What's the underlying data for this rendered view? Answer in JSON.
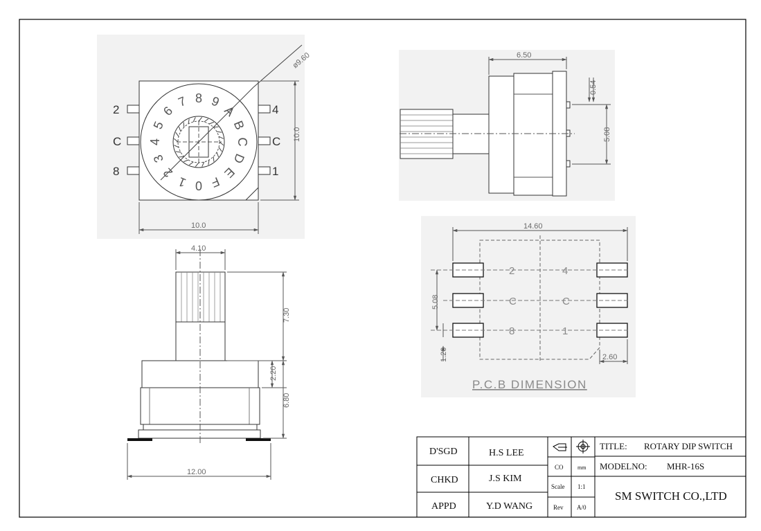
{
  "drawing": {
    "top_view": {
      "diameter": "ø9.60",
      "width": "10.0",
      "height": "10.0",
      "pin_left": [
        "2",
        "C",
        "8"
      ],
      "pin_right": [
        "4",
        "C",
        "1"
      ],
      "dial": [
        "0",
        "1",
        "2",
        "3",
        "4",
        "5",
        "6",
        "7",
        "8",
        "9",
        "A",
        "B",
        "C",
        "D",
        "E",
        "F"
      ]
    },
    "side_view": {
      "body_length": "6.50",
      "pin_thickness": "0.54",
      "pin_span": "5.08"
    },
    "front_view": {
      "shaft_width": "4.10",
      "shaft_height": "7.30",
      "collar": "2.20",
      "body_height": "6.80",
      "total_width": "12.00"
    },
    "pcb": {
      "width": "14.60",
      "pitch": "5.08",
      "pad": "1.20",
      "offset": "2.60",
      "left_labels": [
        "2",
        "C",
        "8"
      ],
      "right_labels": [
        "4",
        "C",
        "1"
      ],
      "caption": "P.C.B DIMENSION"
    }
  },
  "title_block": {
    "rows": [
      {
        "role": "D'SGD",
        "name": "H.S LEE"
      },
      {
        "role": "CHKD",
        "name": "J.S KIM"
      },
      {
        "role": "APPD",
        "name": "Y.D WANG"
      }
    ],
    "co_label": "CO",
    "unit": "mm",
    "scale_label": "Scale",
    "scale": "1:1",
    "rev_label": "Rev",
    "rev": "A/0",
    "title_label": "TITLE:",
    "title": "ROTARY DIP SWITCH",
    "model_label": "MODELNO:",
    "model": "MHR-16S",
    "company": "SM SWITCH CO.,LTD"
  }
}
